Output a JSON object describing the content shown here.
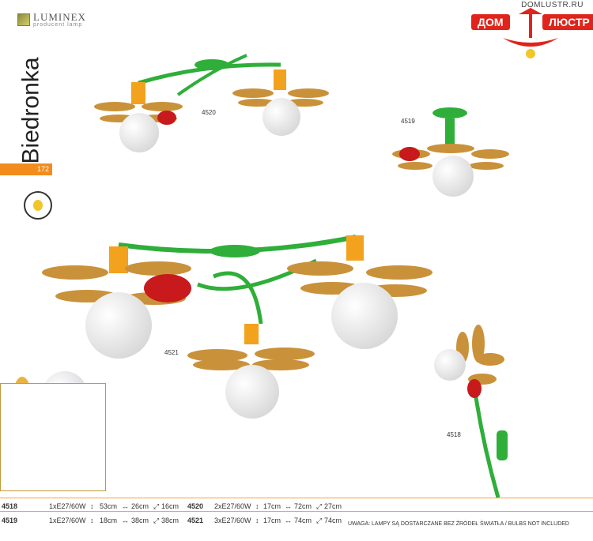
{
  "brand": {
    "name": "LUMINEX",
    "subtitle": "producent lamp"
  },
  "site": "DOMLUSTR.RU",
  "dom_logo": {
    "left": "ДОМ",
    "right": "ЛЮСТР"
  },
  "collection": {
    "title": "Biedronka",
    "page": "172"
  },
  "model_labels": {
    "m4520": "4520",
    "m4519": "4519",
    "m4521": "4521",
    "m4518": "4518"
  },
  "specs": [
    {
      "code": "4518",
      "bulb": "1xE27/60W",
      "h": "53cm",
      "w": "26cm",
      "d": "16cm"
    },
    {
      "code": "4520",
      "bulb": "2xE27/60W",
      "h": "17cm",
      "w": "72cm",
      "d": "27cm"
    },
    {
      "code": "4519",
      "bulb": "1xE27/60W",
      "h": "18cm",
      "w": "38cm",
      "d": "38cm"
    },
    {
      "code": "4521",
      "bulb": "3xE27/60W",
      "h": "17cm",
      "w": "74cm",
      "d": "74cm"
    }
  ],
  "note": "UWAGA: LAMPY SĄ DOSTARCZANE BEZ ŹRÓDEŁ ŚWIATŁA / BULBS NOT INCLUDED",
  "colors": {
    "accent": "#f28c1c",
    "green": "#2fae3a",
    "petal": "#d59a35",
    "ladybug": "#c8191c",
    "logo_red": "#e0241b"
  }
}
